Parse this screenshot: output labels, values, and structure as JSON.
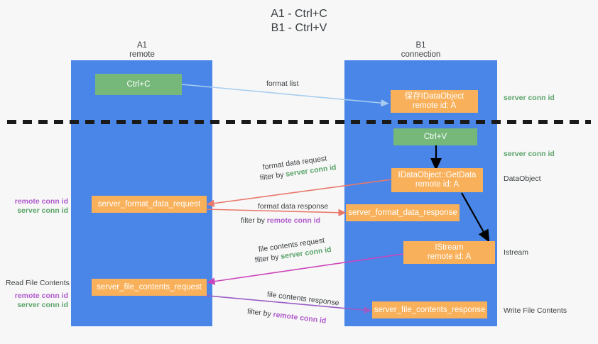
{
  "title": {
    "line1": "A1 - Ctrl+C",
    "line2": "B1 - Ctrl+V"
  },
  "lanes": [
    {
      "name": "A1",
      "sub": "remote"
    },
    {
      "name": "B1",
      "sub": "connection"
    }
  ],
  "nodes": {
    "ctrl_c": {
      "label": "Ctrl+C",
      "color": "#76b77a"
    },
    "ctrl_v": {
      "label": "Ctrl+V",
      "color": "#76b77a"
    },
    "save_idataobject": {
      "l1": "保存IDataObject",
      "l2": "remote id: A",
      "color": "#f9b05a"
    },
    "getdata": {
      "l1": "IDataObject::GetData",
      "l2": "remote id: A",
      "color": "#f9b05a"
    },
    "istream": {
      "l1": "IStream",
      "l2": "remote id: A",
      "color": "#f9b05a"
    },
    "server_format_data_request": {
      "label": "server_format_data_request"
    },
    "server_format_data_response": {
      "label": "server_format_data_response"
    },
    "server_file_contents_request": {
      "label": "server_file_contents_request"
    },
    "server_file_contents_response": {
      "label": "server_file_contents_response"
    }
  },
  "edges": {
    "format_list": "format list",
    "format_data_request": "format data request",
    "format_data_request_filter_prefix": "filter by ",
    "format_data_request_filter_id": "server conn id",
    "format_data_response": "format data response",
    "format_data_response_filter_prefix": "filter by ",
    "format_data_response_filter_id": "remote conn id",
    "file_contents_request": "file contents request",
    "file_contents_request_filter_prefix": "filter by ",
    "file_contents_request_filter_id": "server conn id",
    "file_contents_response": "file contents response",
    "file_contents_response_filter_prefix": "filter by ",
    "file_contents_response_filter_id": "remote conn id"
  },
  "annotations": {
    "server_conn_id_top": "server conn id",
    "server_conn_id_mid": "server conn id",
    "dataobject": "DataObject",
    "istream": "Istream",
    "write_file_contents": "Write File Contents",
    "read_file_contents": "Read File Contents",
    "left_conn_remote_1": "remote conn id",
    "left_conn_server_1": "server conn id",
    "left_conn_remote_2": "remote conn id",
    "left_conn_server_2": "server conn id"
  },
  "colors": {
    "lane": "#4a86e8",
    "green_node": "#76b77a",
    "orange_node": "#f9b05a",
    "server_conn_id": "#5aa469",
    "remote_conn_id": "#b05ccc",
    "arrow_blue": "#a7cdee",
    "arrow_red": "#e8786a",
    "arrow_magenta": "#cc44bb",
    "arrow_purple": "#9a5cc6",
    "arrow_black": "#000000",
    "divider": "#1a1a1a",
    "background": "#f7f7f7"
  }
}
